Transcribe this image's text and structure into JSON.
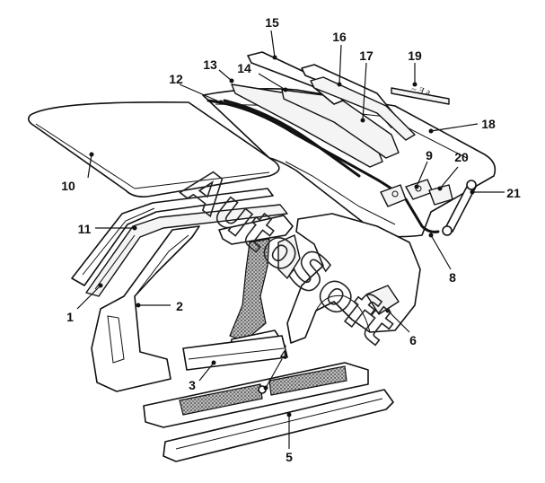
{
  "diagram": {
    "callouts": [
      "1",
      "2",
      "3",
      "4",
      "5",
      "6",
      "8",
      "9",
      "10",
      "11",
      "12",
      "13",
      "14",
      "15",
      "16",
      "17",
      "18",
      "19",
      "20",
      "21"
    ],
    "watermark": "AutoSoft"
  }
}
